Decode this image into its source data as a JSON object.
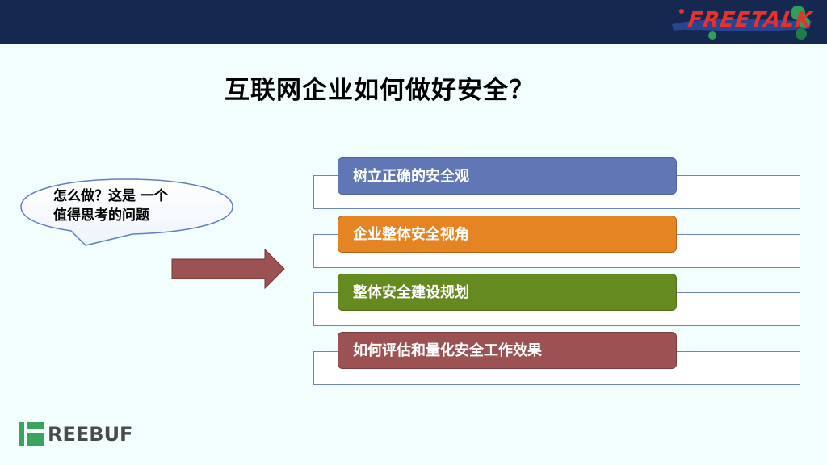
{
  "header": {
    "logo_text": "FREETALK",
    "colors": {
      "bar": "#152850",
      "logo_red": "#e8312f",
      "logo_green": "#2e9e58",
      "brush_blue": "#2b4a9a"
    }
  },
  "slide": {
    "title": "互联网企业如何做好安全？",
    "callout": {
      "line1": "怎么做？这是 一个",
      "line2": "值得思考的问题"
    },
    "arrow_color": "#9c5252",
    "items": [
      {
        "label": "树立正确的安全观",
        "color": "#6177b5",
        "border": "#4f65a3"
      },
      {
        "label": "企业整体安全视角",
        "color": "#e58422",
        "border": "#b8651a"
      },
      {
        "label": "整体安全建设规划",
        "color": "#658a1f",
        "border": "#4e6d16"
      },
      {
        "label": "如何评估和量化安全工作效果",
        "color": "#9c5252",
        "border": "#7a3c3c"
      }
    ]
  },
  "footer": {
    "logo_text": "REEBUF",
    "logo_color": "#3ca35f"
  }
}
